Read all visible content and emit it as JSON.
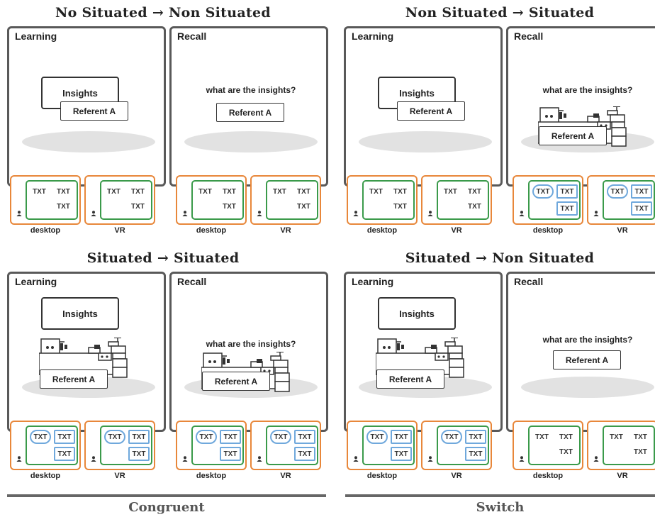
{
  "quadrants": [
    {
      "title": "No Situated → Non Situated",
      "learning": {
        "label": "Learning",
        "insights": "Insights",
        "referent": "Referent A"
      },
      "recall": {
        "label": "Recall",
        "question": "what are the insights?",
        "referent": "Referent A"
      },
      "devices": [
        {
          "label": "desktop",
          "txt": [
            "TXT",
            "TXT",
            "TXT"
          ]
        },
        {
          "label": "VR",
          "txt": [
            "TXT",
            "TXT",
            "TXT"
          ]
        },
        {
          "label": "desktop",
          "txt": [
            "TXT",
            "TXT",
            "TXT"
          ]
        },
        {
          "label": "VR",
          "txt": [
            "TXT",
            "TXT",
            "TXT"
          ]
        }
      ]
    },
    {
      "title": "Non Situated → Situated",
      "learning": {
        "label": "Learning",
        "insights": "Insights",
        "referent": "Referent A"
      },
      "recall": {
        "label": "Recall",
        "question": "what are the insights?",
        "referent": "Referent A"
      },
      "devices": [
        {
          "label": "desktop",
          "txt": [
            "TXT",
            "TXT",
            "TXT"
          ]
        },
        {
          "label": "VR",
          "txt": [
            "TXT",
            "TXT",
            "TXT"
          ]
        },
        {
          "label": "desktop",
          "txt": [
            "TXT",
            "TXT",
            "TXT"
          ]
        },
        {
          "label": "VR",
          "txt": [
            "TXT",
            "TXT",
            "TXT"
          ]
        }
      ]
    },
    {
      "title": "Situated → Situated",
      "learning": {
        "label": "Learning",
        "insights": "Insights",
        "referent": "Referent A"
      },
      "recall": {
        "label": "Recall",
        "question": "what are the insights?",
        "referent": "Referent A"
      },
      "devices": [
        {
          "label": "desktop",
          "txt": [
            "TXT",
            "TXT",
            "TXT"
          ]
        },
        {
          "label": "VR",
          "txt": [
            "TXT",
            "TXT",
            "TXT"
          ]
        },
        {
          "label": "desktop",
          "txt": [
            "TXT",
            "TXT",
            "TXT"
          ]
        },
        {
          "label": "VR",
          "txt": [
            "TXT",
            "TXT",
            "TXT"
          ]
        }
      ]
    },
    {
      "title": "Situated → Non Situated",
      "learning": {
        "label": "Learning",
        "insights": "Insights",
        "referent": "Referent A"
      },
      "recall": {
        "label": "Recall",
        "question": "what are the insights?",
        "referent": "Referent A"
      },
      "devices": [
        {
          "label": "desktop",
          "txt": [
            "TXT",
            "TXT",
            "TXT"
          ]
        },
        {
          "label": "VR",
          "txt": [
            "TXT",
            "TXT",
            "TXT"
          ]
        },
        {
          "label": "desktop",
          "txt": [
            "TXT",
            "TXT",
            "TXT"
          ]
        },
        {
          "label": "VR",
          "txt": [
            "TXT",
            "TXT",
            "TXT"
          ]
        }
      ]
    }
  ],
  "footer": {
    "left": "Congruent",
    "right": "Switch"
  },
  "colors": {
    "device_border": "#e8873a",
    "screen_border": "#3a9a4a",
    "situated_label_border": "#6fa8dc",
    "panel_border": "#595959"
  }
}
